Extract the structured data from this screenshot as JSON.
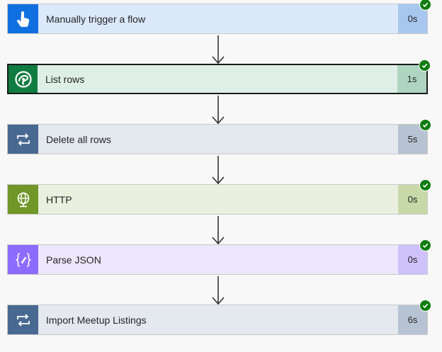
{
  "steps": [
    {
      "label": "Manually trigger a flow",
      "duration": "0s",
      "icon": "hand-tap-icon",
      "icon_bg": "#1170e0",
      "body_bg": "#dbe9fb",
      "duration_bg": "#a7c7ef"
    },
    {
      "label": "List rows",
      "duration": "1s",
      "icon": "dataverse-icon",
      "icon_bg": "#107c41",
      "body_bg": "#dfeee6",
      "duration_bg": "#afd5c1"
    },
    {
      "label": "Delete all rows",
      "duration": "5s",
      "icon": "loop-icon",
      "icon_bg": "#486991",
      "body_bg": "#e4e8ef",
      "duration_bg": "#b7c3d3"
    },
    {
      "label": "HTTP",
      "duration": "0s",
      "icon": "globe-icon",
      "icon_bg": "#709727",
      "body_bg": "#e9f0df",
      "duration_bg": "#c7d9a9"
    },
    {
      "label": "Parse JSON",
      "duration": "0s",
      "icon": "braces-icon",
      "icon_bg": "#8c6cff",
      "body_bg": "#ece7fd",
      "duration_bg": "#cfc1fb"
    },
    {
      "label": "Import Meetup Listings",
      "duration": "6s",
      "icon": "loop-icon",
      "icon_bg": "#486991",
      "body_bg": "#e4e8ef",
      "duration_bg": "#b7c3d3"
    }
  ],
  "colors": {
    "success": "#107c10",
    "arrow": "#333333",
    "selected_border": "#1b1b1b"
  }
}
